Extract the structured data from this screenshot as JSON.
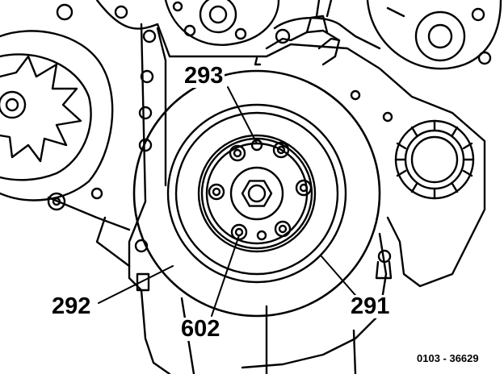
{
  "callouts": {
    "c293": "293",
    "c292": "292",
    "c602": "602",
    "c291": "291"
  },
  "reference": "0103 - 36629",
  "colors": {
    "ink": "#000000",
    "paper": "#ffffff"
  }
}
